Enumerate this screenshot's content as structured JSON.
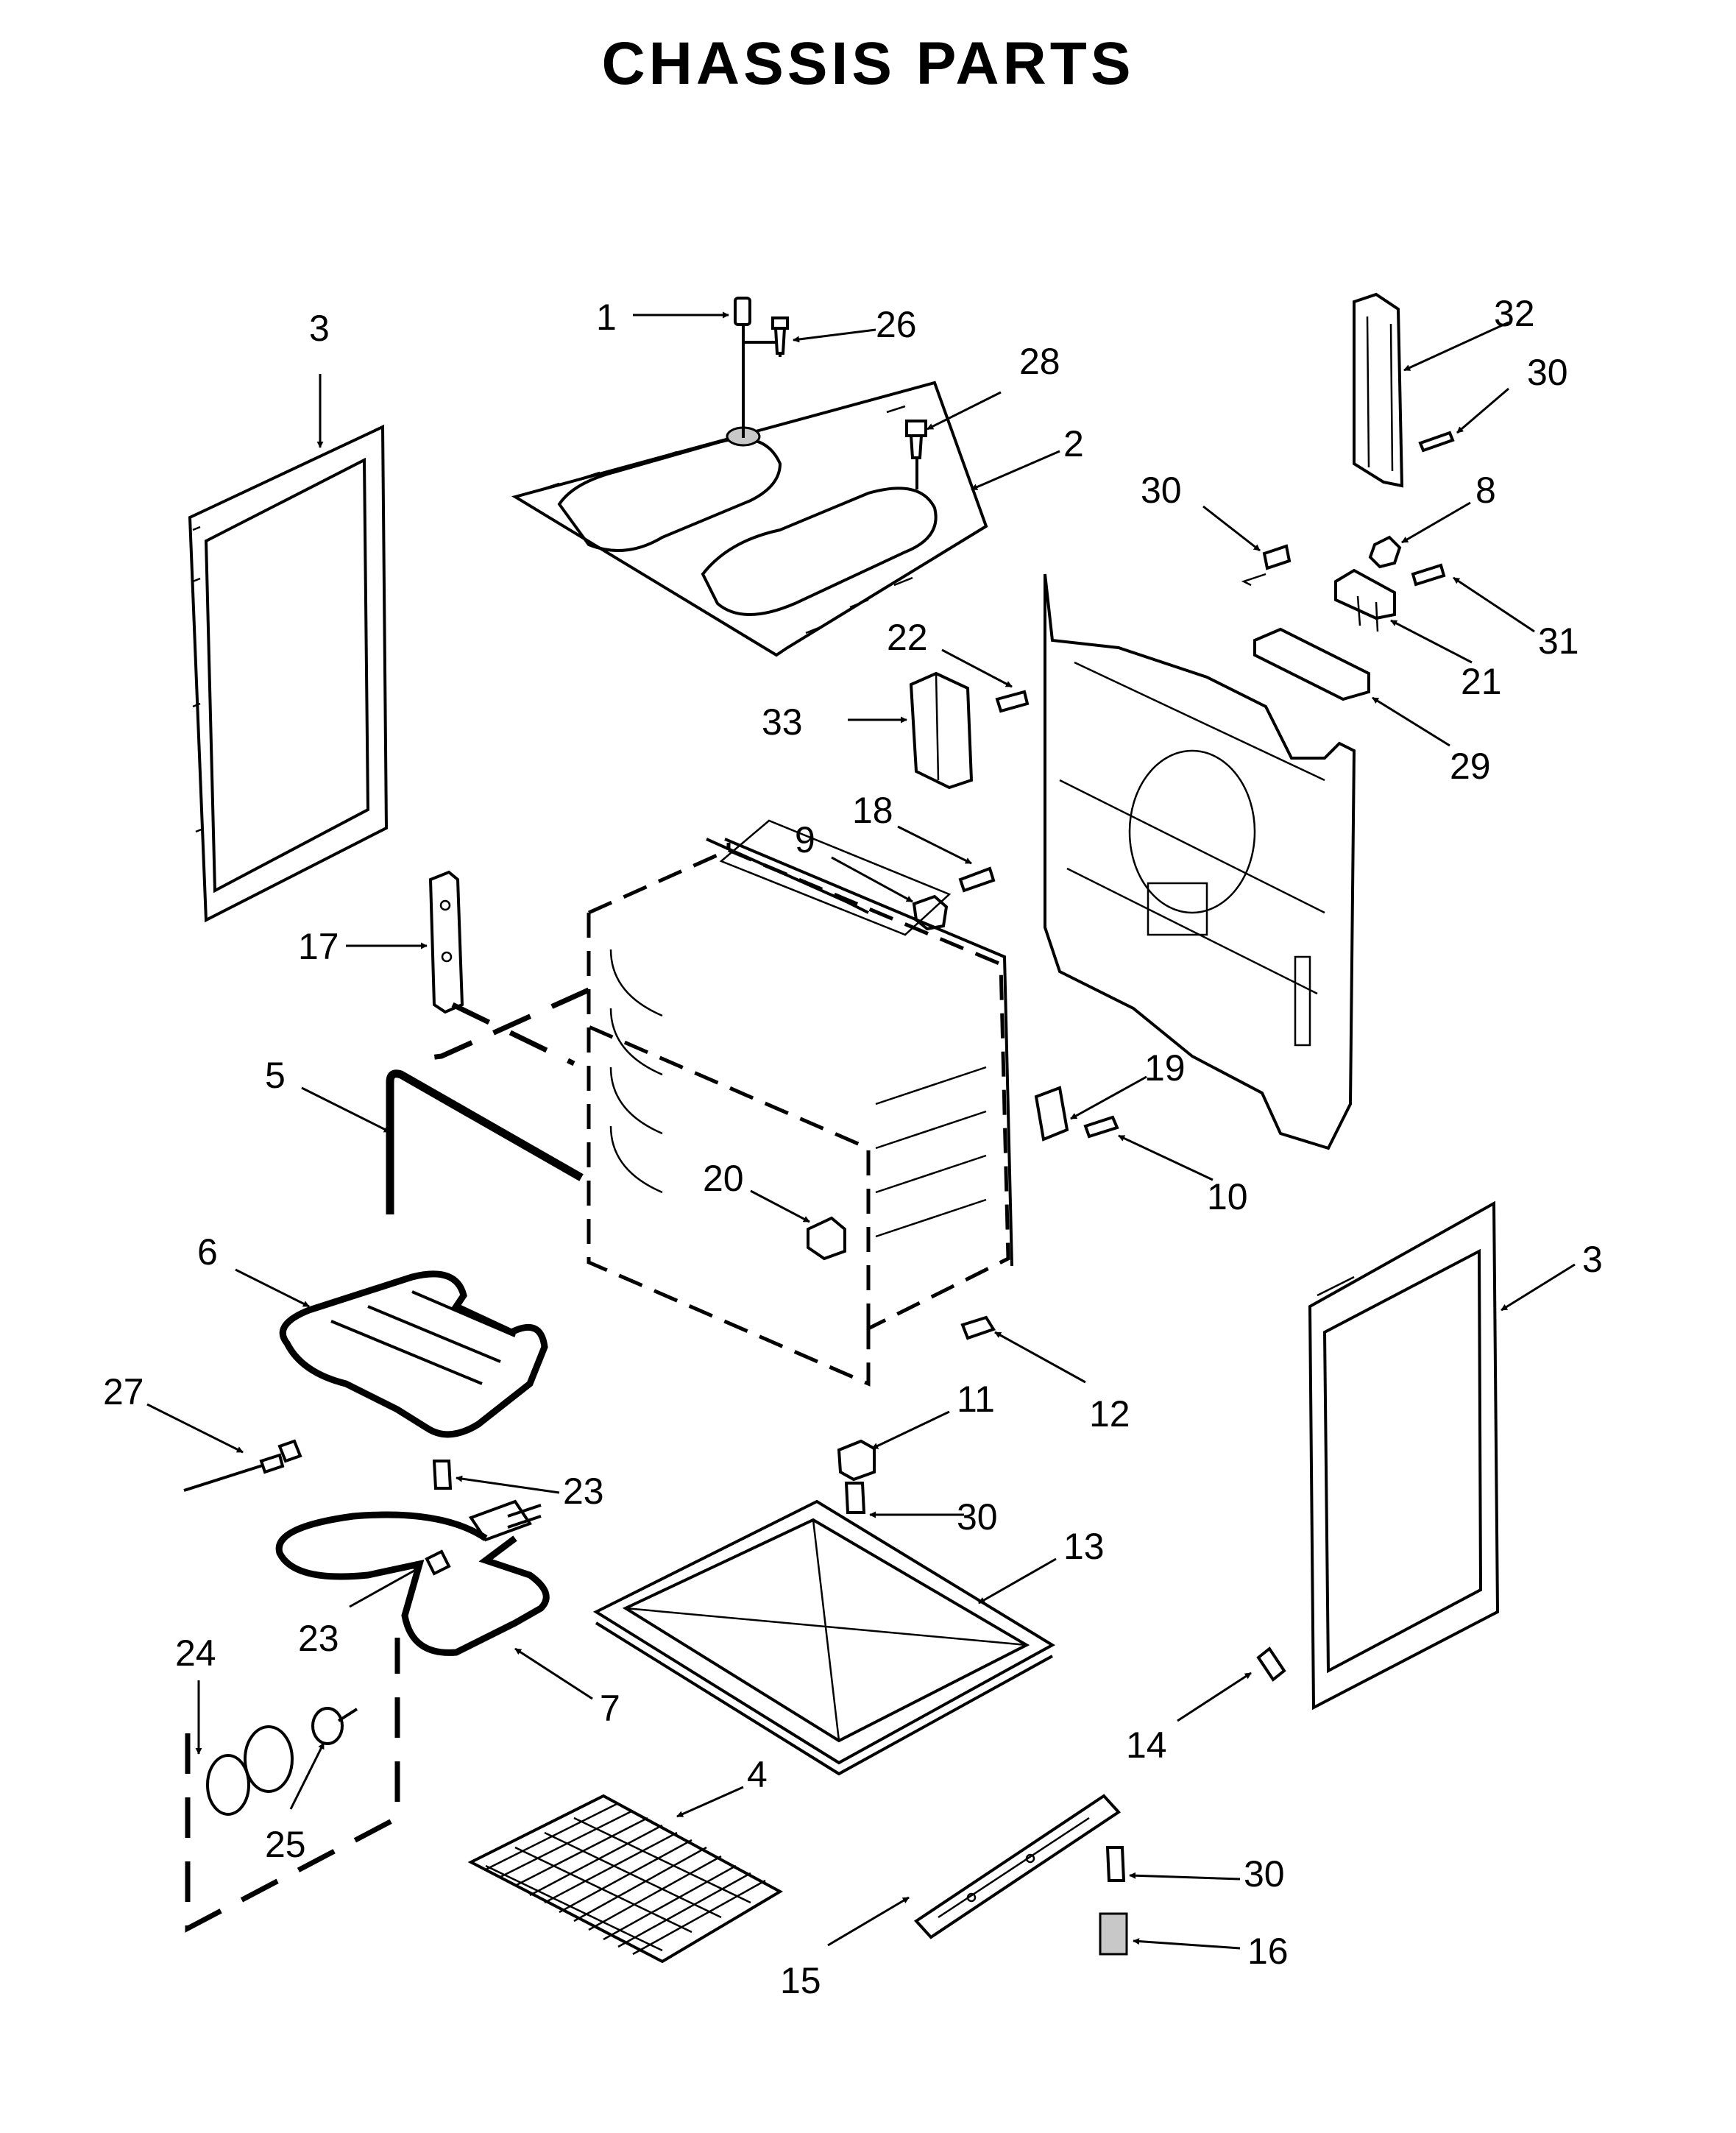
{
  "title": "CHASSIS PARTS",
  "callouts": [
    {
      "id": "c1",
      "label": "1"
    },
    {
      "id": "c2",
      "label": "2"
    },
    {
      "id": "c3a",
      "label": "3"
    },
    {
      "id": "c3b",
      "label": "3"
    },
    {
      "id": "c4",
      "label": "4"
    },
    {
      "id": "c5",
      "label": "5"
    },
    {
      "id": "c6",
      "label": "6"
    },
    {
      "id": "c7",
      "label": "7"
    },
    {
      "id": "c8",
      "label": "8"
    },
    {
      "id": "c9",
      "label": "9"
    },
    {
      "id": "c10",
      "label": "10"
    },
    {
      "id": "c11",
      "label": "11"
    },
    {
      "id": "c12",
      "label": "12"
    },
    {
      "id": "c13",
      "label": "13"
    },
    {
      "id": "c14",
      "label": "14"
    },
    {
      "id": "c15",
      "label": "15"
    },
    {
      "id": "c16",
      "label": "16"
    },
    {
      "id": "c17",
      "label": "17"
    },
    {
      "id": "c18",
      "label": "18"
    },
    {
      "id": "c19",
      "label": "19"
    },
    {
      "id": "c20",
      "label": "20"
    },
    {
      "id": "c21",
      "label": "21"
    },
    {
      "id": "c22",
      "label": "22"
    },
    {
      "id": "c23a",
      "label": "23"
    },
    {
      "id": "c23b",
      "label": "23"
    },
    {
      "id": "c24",
      "label": "24"
    },
    {
      "id": "c25",
      "label": "25"
    },
    {
      "id": "c26",
      "label": "26"
    },
    {
      "id": "c27",
      "label": "27"
    },
    {
      "id": "c28",
      "label": "28"
    },
    {
      "id": "c29",
      "label": "29"
    },
    {
      "id": "c30a",
      "label": "30"
    },
    {
      "id": "c30b",
      "label": "30"
    },
    {
      "id": "c30c",
      "label": "30"
    },
    {
      "id": "c30d",
      "label": "30"
    },
    {
      "id": "c31",
      "label": "31"
    },
    {
      "id": "c32",
      "label": "32"
    },
    {
      "id": "c33",
      "label": "33"
    }
  ]
}
